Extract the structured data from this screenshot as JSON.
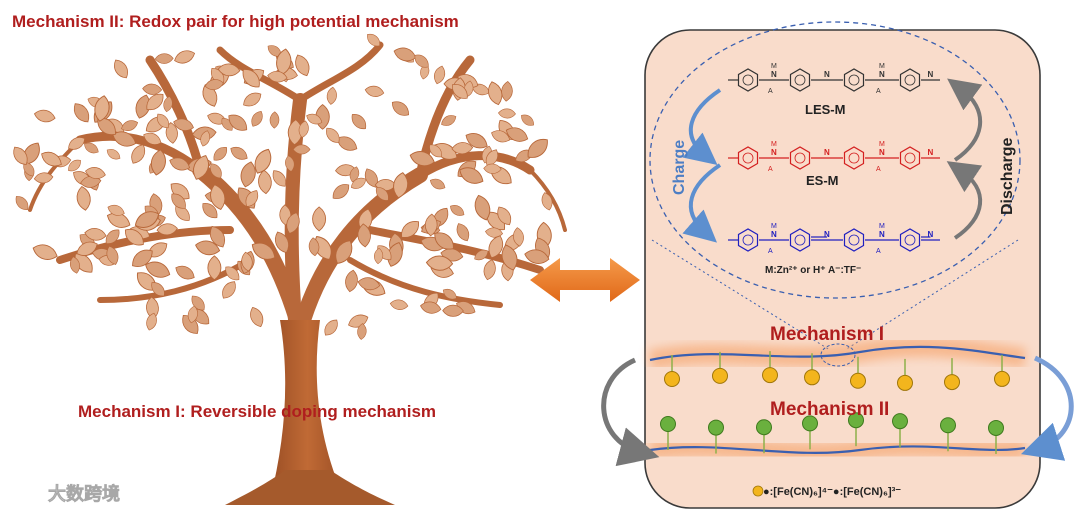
{
  "title_top": "Mechanism II: Redox pair for high potential mechanism",
  "title_bottom": "Mechanism I: Reversible doping mechanism",
  "panel": {
    "states": [
      "LES-M",
      "ES-M"
    ],
    "side_left": "Charge",
    "side_right": "Discharge",
    "ion_note": "M:Zn²⁺ or H⁺   A⁻:TF⁻",
    "mech1": "Mechanism I",
    "mech2": "Mechanism II",
    "legend": "●:[Fe(CN)₆]⁴⁻●:[Fe(CN)₆]³⁻"
  },
  "watermark": "大数跨境",
  "colors": {
    "panel_bg": "#f9dccb",
    "tree": "#b8683a",
    "leaf": "#d9a07a",
    "red_text": "#b01e1e",
    "arrow": "#e8782a",
    "chain": "#3a5fb0",
    "gold": "#f3b51d",
    "green": "#6ab03e"
  }
}
